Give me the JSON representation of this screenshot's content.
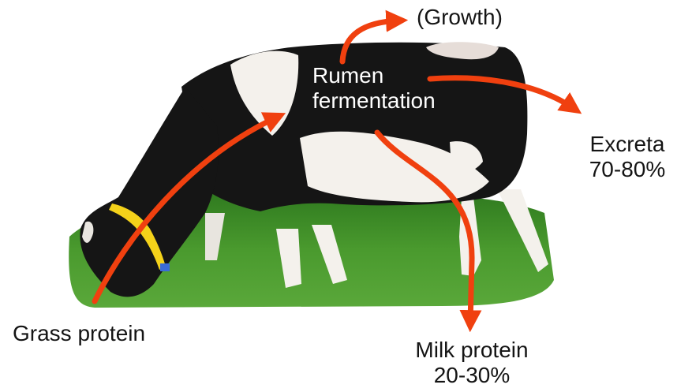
{
  "colors": {
    "arrow": "#f0400f",
    "grass": "#3f8f2a",
    "cow_black": "#151515",
    "cow_white": "#f4f1ec"
  },
  "labels": {
    "growth": "(Growth)",
    "rumen_line1": "Rumen",
    "rumen_line2": "fermentation",
    "excreta_line1": "Excreta",
    "excreta_line2": "70-80%",
    "grass_protein": "Grass protein",
    "milk_line1": "Milk protein",
    "milk_line2": "20-30%"
  }
}
